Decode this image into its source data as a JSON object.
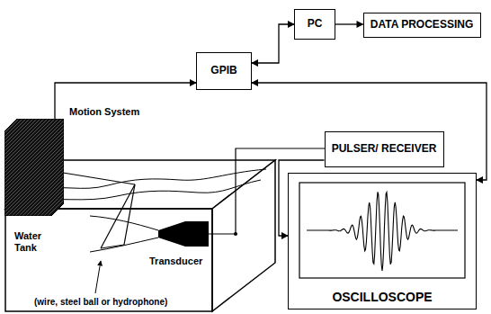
{
  "diagram": {
    "nodes": [
      {
        "text": [
          "PC"
        ]
      },
      {
        "text": [
          "DATA PROCESSING"
        ]
      },
      {
        "text": [
          "GPIB"
        ]
      },
      {
        "text": [
          "Motion System"
        ]
      },
      {
        "text": [
          "PULSER/ RECEIVER"
        ]
      },
      {
        "text": [
          "OSCILLOSCOPE"
        ]
      }
    ],
    "edges": [
      {
        "from": 2,
        "to": 0,
        "arrow": "both"
      },
      {
        "from": 0,
        "to": 1,
        "arrow": "to"
      },
      {
        "from": 3,
        "to": 2,
        "arrow": "to"
      },
      {
        "from": 5,
        "to": 2,
        "arrow": "both"
      },
      {
        "from": 4,
        "to": 5,
        "arrow": "to"
      }
    ],
    "labels": [
      "Water Tank",
      "Transducer",
      "(wire, steel ball or hydrophone)"
    ]
  }
}
